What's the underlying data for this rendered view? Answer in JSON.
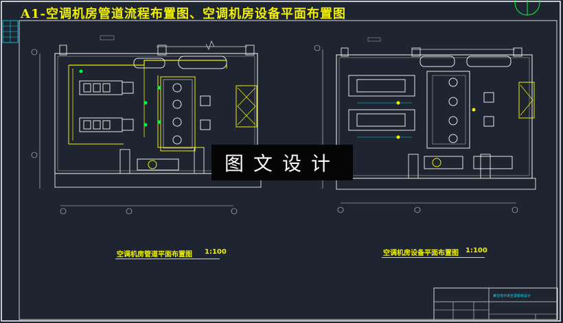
{
  "header": {
    "title": "A1-空调机房管道流程布置图、空调机房设备平面布置图"
  },
  "drawings": {
    "left_caption": "空调机房管道平面布置图",
    "left_scale": "1:100",
    "right_caption": "空调机房设备平面布置图",
    "right_scale": "1:100"
  },
  "overlay": {
    "watermark": "图文设计"
  },
  "title_block": {
    "project_name": "某住宅中央空调系统设计"
  },
  "colors": {
    "background": "#1e2530",
    "frame": "#e8e8e8",
    "walls": "#d8d8d8",
    "pipes": "#f0f000",
    "cyan": "#00e0ff",
    "green": "#00ff40",
    "equipment": "#e8e8e8"
  }
}
